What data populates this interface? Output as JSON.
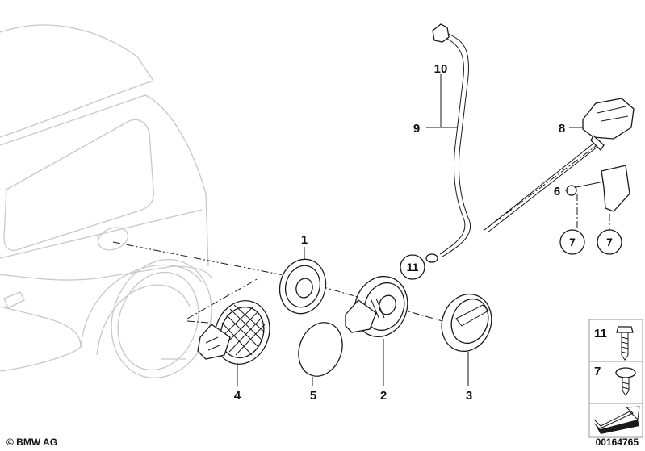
{
  "callouts": {
    "c1": "1",
    "c2": "2",
    "c3": "3",
    "c4": "4",
    "c5": "5",
    "c6": "6",
    "c8": "8",
    "c9": "9",
    "c10": "10"
  },
  "circled": {
    "c11": "11",
    "c7a": "7",
    "c7b": "7"
  },
  "legend": {
    "row11": "11",
    "row7": "7"
  },
  "footer": {
    "copyright": "© BMW AG",
    "ref": "00164765"
  }
}
